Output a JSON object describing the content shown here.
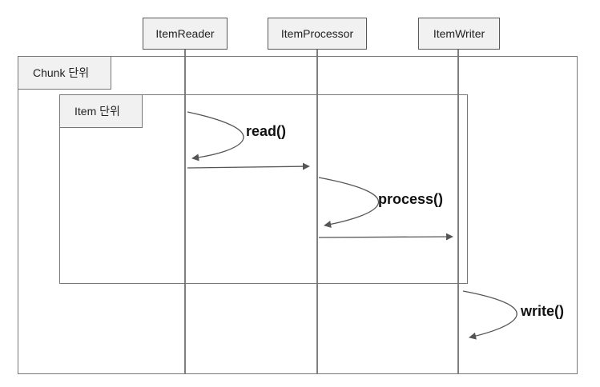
{
  "actors": {
    "reader": "ItemReader",
    "processor": "ItemProcessor",
    "writer": "ItemWriter"
  },
  "frames": {
    "chunk": "Chunk 단위",
    "item": "Item 단위"
  },
  "messages": {
    "read": "read()",
    "process": "process()",
    "write": "write()"
  },
  "colors": {
    "line": "#555555",
    "box_fill": "#f1f1f1"
  }
}
